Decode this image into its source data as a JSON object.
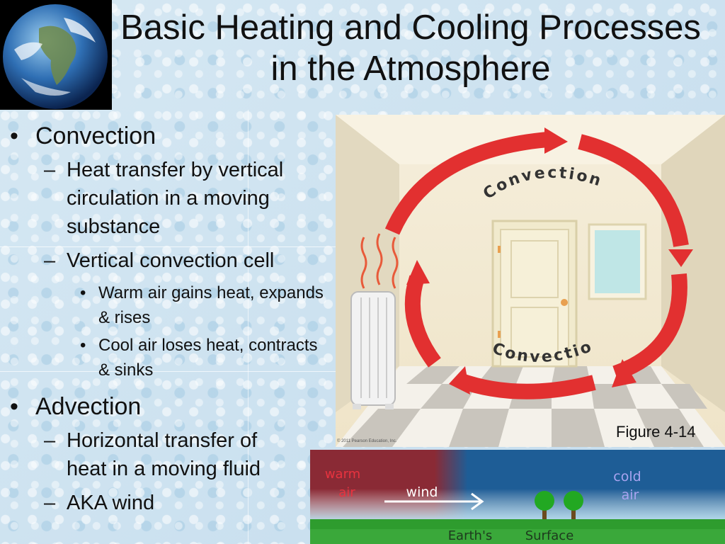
{
  "title": "Basic Heating and Cooling Processes in the Atmosphere",
  "bullets": {
    "convection": {
      "label": "Convection",
      "sub1": "Heat transfer by vertical circulation in a moving substance",
      "sub2": "Vertical convection cell",
      "sub2_items": [
        "Warm air gains heat, expands & rises",
        "Cool air loses heat, contracts & sinks"
      ]
    },
    "advection": {
      "label": "Advection",
      "sub1": "Horizontal transfer of heat in a moving fluid",
      "sub2": "AKA wind"
    }
  },
  "figure": {
    "caption": "Figure 4-14",
    "label_top": "Convection",
    "label_bottom": "Convection",
    "copyright": "© 2011 Pearson Education, Inc."
  },
  "advection_diagram": {
    "warm_label_1": "warm",
    "warm_label_2": "air",
    "wind_label": "wind",
    "cold_label_1": "cold",
    "cold_label_2": "air",
    "ground_label_1": "Earth's",
    "ground_label_2": "Surface"
  },
  "colors": {
    "arrow_red": "#e23030",
    "warm_red": "#8a2a35",
    "cold_blue": "#1e5d96",
    "ground_green": "#2e9c2e"
  }
}
